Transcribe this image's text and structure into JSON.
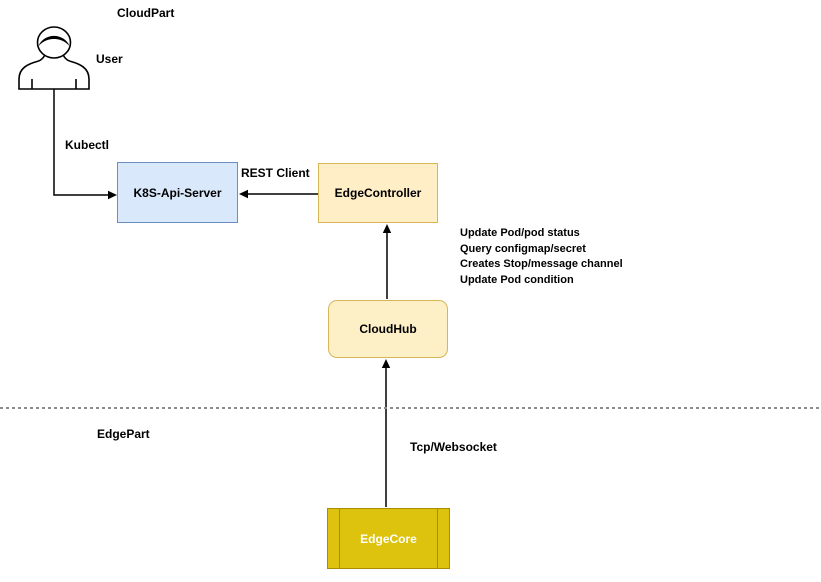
{
  "diagram": {
    "cloud_part_label": "CloudPart",
    "edge_part_label": "EdgePart",
    "actor_label": "User",
    "nodes": [
      {
        "id": "k8s-api-server",
        "label": "K8S-Api-Server",
        "fill": "#dae8fc",
        "border": "#6c8ebf",
        "text_color": "#000000"
      },
      {
        "id": "edge-controller",
        "label": "EdgeController",
        "fill": "#ffeec6",
        "border": "#d6b656",
        "text_color": "#000000"
      },
      {
        "id": "cloud-hub",
        "label": "CloudHub",
        "fill": "#fdf0c7",
        "border": "#d6b656",
        "text_color": "#000000"
      },
      {
        "id": "edge-core",
        "label": "EdgeCore",
        "fill": "#ddc20e",
        "border": "#a98d00",
        "text_color": "#ffffff"
      }
    ],
    "edge_labels": {
      "kubectl": "Kubectl",
      "rest_client": "REST Client",
      "tcp_websocket": "Tcp/Websocket"
    },
    "notes": [
      "Update Pod/pod status",
      "Query configmap/secret",
      "Creates Stop/message channel",
      "Update Pod condition"
    ],
    "divider_color": "#8c8c8c",
    "arrow_color": "#000000"
  }
}
